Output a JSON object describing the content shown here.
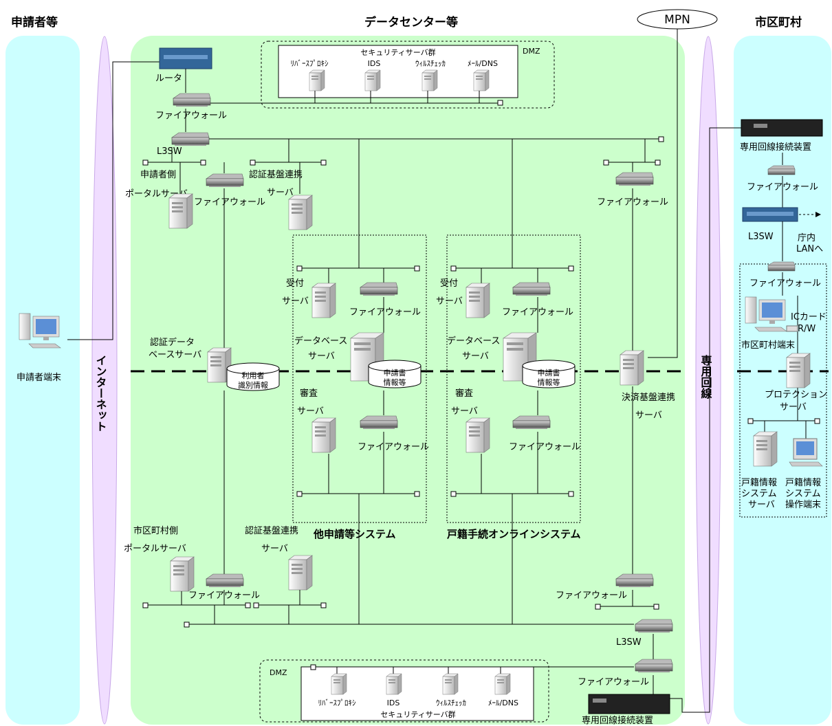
{
  "headers": {
    "applicants": "申請者等",
    "datacenter": "データセンター等",
    "municipality": "市区町村",
    "mpn": "MPN",
    "internet": "インターネット",
    "leased_line": "専用回線"
  },
  "dmz_top": {
    "title": "セキュリティサーバ群",
    "tag": "DMZ",
    "servers": [
      "ﾘﾊﾞｰｽﾌﾟﾛｷｼ",
      "IDS",
      "ｳｨﾙｽﾁｪｯｶ",
      "ﾒｰﾙ/DNS"
    ]
  },
  "dmz_bottom": {
    "title": "セキュリティサーバ群",
    "tag": "DMZ",
    "servers": [
      "ﾘﾊﾞｰｽﾌﾟﾛｷｼ",
      "IDS",
      "ｳｨﾙｽﾁｪｯｶ",
      "ﾒｰﾙ/DNS"
    ]
  },
  "labels": {
    "router": "ルータ",
    "firewall": "ファイアウォール",
    "l3sw": "L3SW",
    "applicant_portal_1": "申請者側",
    "applicant_portal_2": "ポータルサーバ",
    "auth_link_1": "認証基盤連携",
    "auth_link_2": "サーバ",
    "auth_db_1": "認証データ",
    "auth_db_2": "ベースサーバ",
    "user_info_1": "利用者",
    "user_info_2": "識別情報",
    "applicant_terminal": "申請者端末",
    "receive_1": "受付",
    "receive_2": "サーバ",
    "database_1": "データベース",
    "database_2": "サーバ",
    "review_1": "審査",
    "review_2": "サーバ",
    "app_info_1": "申請書",
    "app_info_2": "情報等",
    "other_system": "他申請等システム",
    "koseki_system": "戸籍手続オンラインシステム",
    "payment_1": "決済基盤連携",
    "payment_2": "サーバ",
    "muni_portal_1": "市区町村側",
    "muni_portal_2": "ポータルサーバ",
    "leased_device": "専用回線接続装置",
    "to_lan_1": "庁内",
    "to_lan_2": "LANへ",
    "ic_card_1": "ICカード",
    "ic_card_2": "R/W",
    "muni_terminal": "市区町村端末",
    "protection_1": "プロテクション",
    "protection_2": "サーバ",
    "koseki_server_1": "戸籍情報",
    "koseki_server_2": "システム",
    "koseki_server_3": "サーバ",
    "koseki_terminal_1": "戸籍情報",
    "koseki_terminal_2": "システム",
    "koseki_terminal_3": "操作端末"
  },
  "colors": {
    "datacenter_bg": "#ccffcc",
    "municipality_bg": "#ccffff",
    "internet_bg": "#f0ddff",
    "device_blue": "#336699",
    "device_black": "#222222"
  }
}
